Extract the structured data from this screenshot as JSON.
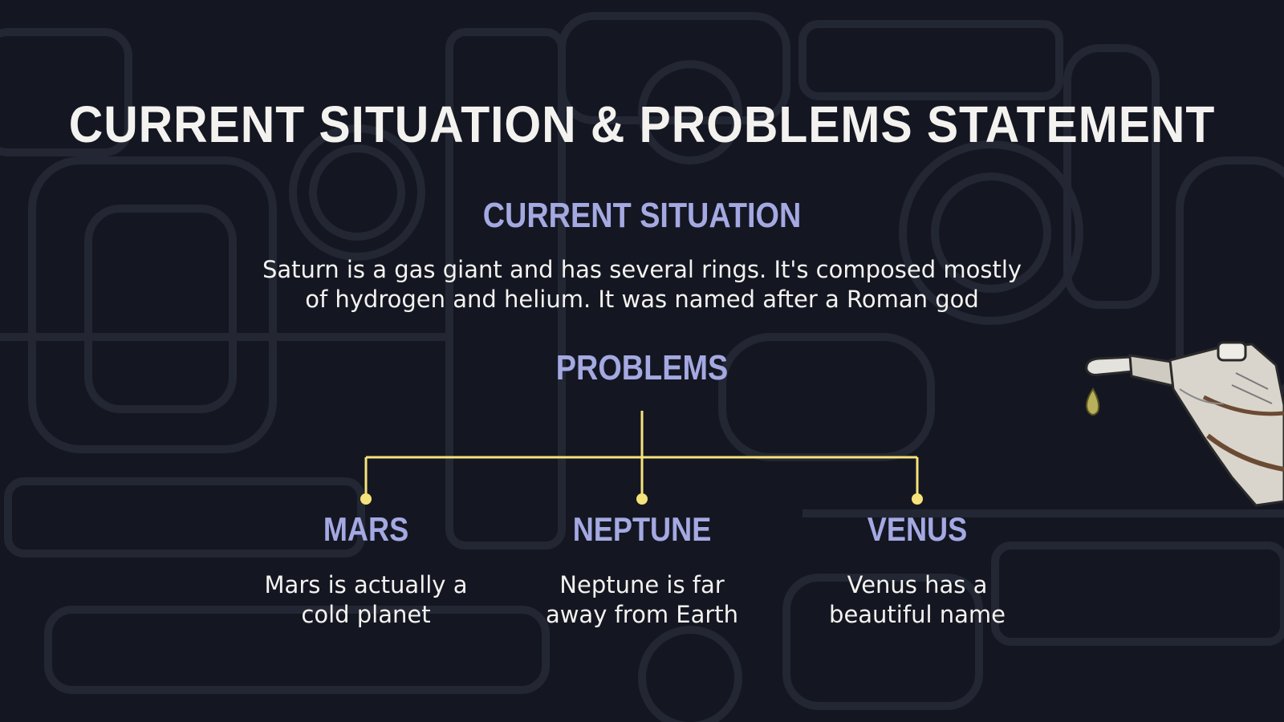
{
  "slide": {
    "title": "CURRENT SITUATION & PROBLEMS STATEMENT",
    "situation": {
      "heading": "CURRENT SITUATION",
      "text_line1": "Saturn is a gas giant and has several rings. It's composed mostly",
      "text_line2": "of hydrogen and helium. It was named after a Roman god"
    },
    "problems": {
      "heading": "PROBLEMS",
      "items": [
        {
          "title": "MARS",
          "line1": "Mars is actually a",
          "line2": "cold planet"
        },
        {
          "title": "NEPTUNE",
          "line1": "Neptune is far",
          "line2": "away from Earth"
        },
        {
          "title": "VENUS",
          "line1": "Venus has a",
          "line2": "beautiful name"
        }
      ]
    }
  },
  "colors": {
    "background": "#141722",
    "title_text": "#f3f2ef",
    "heading_accent": "#a4a9e2",
    "connector_line": "#f6e27a"
  },
  "icons": {
    "decoration": "fuel-nozzle-icon",
    "background": "pipes-pattern"
  }
}
